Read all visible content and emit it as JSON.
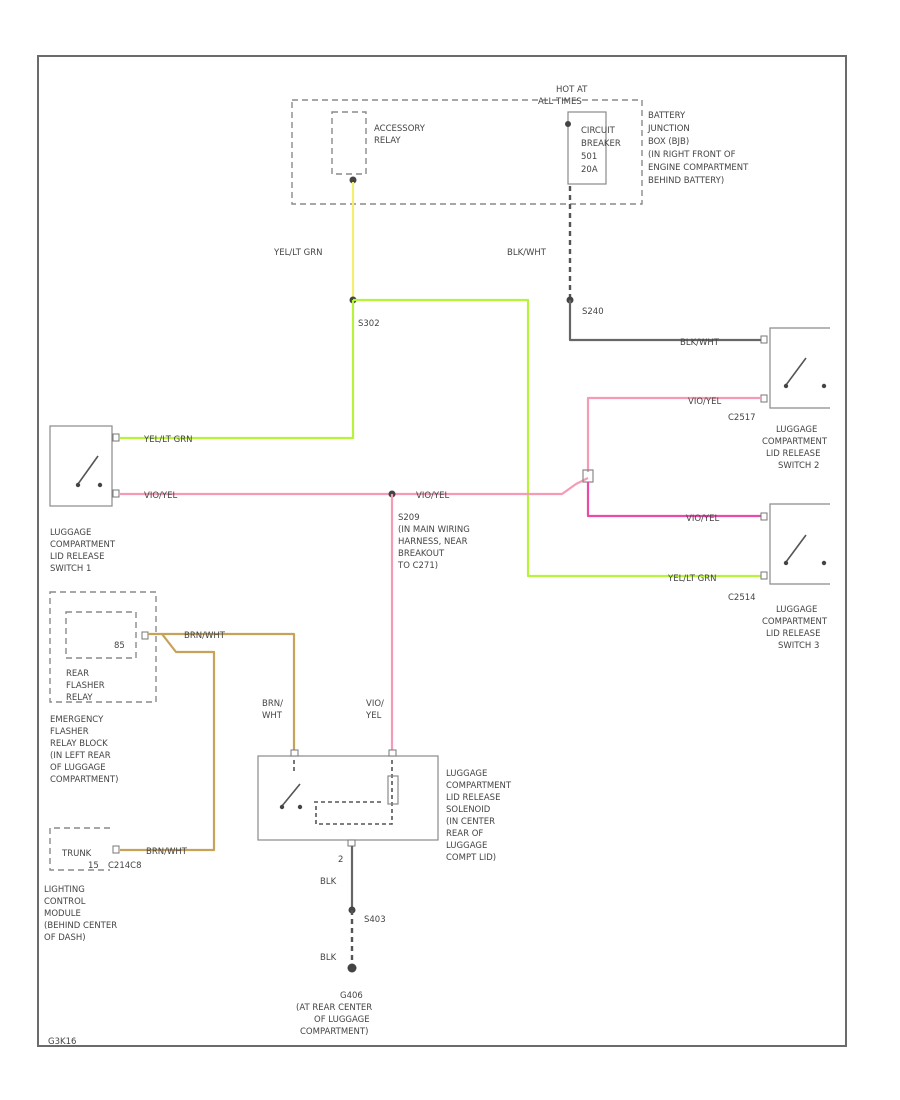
{
  "labels": {
    "hot_at": [
      "HOT AT",
      "ALL TIMES"
    ],
    "accessory_relay": [
      "ACCESSORY",
      "RELAY"
    ],
    "circuit_breaker": [
      "CIRCUIT",
      "BREAKER",
      "501",
      "20A"
    ],
    "battery_jb": [
      "BATTERY",
      "JUNCTION",
      "BOX (BJB)",
      "(IN RIGHT FRONT OF",
      "ENGINE COMPARTMENT",
      "BEHIND BATTERY)"
    ],
    "wire_yel_grn_top": "YEL/LT GRN",
    "wire_bk_wht_top": "BLK/WHT",
    "splice_s302": "S302",
    "splice_s240": "S240",
    "wire_bk_wht_sw2": "BLK/WHT",
    "wire_vio_yel_sw2": "VIO/YEL",
    "conn_c2517": "C2517",
    "sw2_top": [
      "LUGGAGE",
      "COMPARTMENT",
      "LID RELEASE",
      "SWITCH 2"
    ],
    "wire_yel_grn_sw1": "YEL/LT GRN",
    "wire_vio_yel_sw1": "VIO/YEL",
    "wire_vio_yel_mid": "VIO/YEL",
    "sw1": [
      "LUGGAGE",
      "COMPARTMENT",
      "LID RELEASE",
      "SWITCH 1"
    ],
    "s209": [
      "S209",
      "(IN MAIN WIRING",
      "HARNESS, NEAR",
      "BREAKOUT",
      "TO C271)"
    ],
    "wire_vio_yel_sw3": "VIO/YEL",
    "wire_yel_grn_sw3": "YEL/LT GRN",
    "conn_c2514": "C2514",
    "sw3": [
      "LUGGAGE",
      "COMPARTMENT",
      "LID RELEASE",
      "SWITCH 3"
    ],
    "wire_brn_wht_relay": "BRN/WHT",
    "rear_flasher": [
      "REAR",
      "FLASHER",
      "RELAY"
    ],
    "relay_pin": "85",
    "emergency_block": [
      "EMERGENCY",
      "FLASHER",
      "RELAY BLOCK",
      "(IN LEFT REAR",
      "OF LUGGAGE",
      "COMPARTMENT)"
    ],
    "wire_brn_wht_left": [
      "BRN/",
      "WHT"
    ],
    "wire_vio_yel_left": [
      "VIO/",
      "YEL"
    ],
    "solenoid": [
      "LUGGAGE",
      "COMPARTMENT",
      "LID RELEASE",
      "SOLENOID",
      "(IN CENTER",
      "REAR OF",
      "LUGGAGE",
      "COMPT LID)"
    ],
    "trunk_label": "TRUNK",
    "lcm_pin": "15",
    "conn_lcm": "C214C8",
    "wire_brn_wht_lcm": "BRN/WHT",
    "lcm": [
      "LIGHTING",
      "CONTROL",
      "MODULE",
      "(BEHIND CENTER",
      "OF DASH)"
    ],
    "pin_2": "2",
    "wire_blk_1": "BLK",
    "splice_s403": "S403",
    "wire_blk_2": "BLK",
    "ground": [
      "G406",
      "(AT REAR CENTER",
      "OF LUGGAGE",
      "COMPARTMENT)"
    ],
    "diagram_id": "G3K16"
  },
  "colors": {
    "yellow_green": "#b8f23a",
    "yellow": "#f4ef70",
    "pink": "#f59bb5",
    "magenta": "#ea4aa8",
    "tan": "#c7a25a",
    "gray": "#666666",
    "dark": "#444444"
  }
}
